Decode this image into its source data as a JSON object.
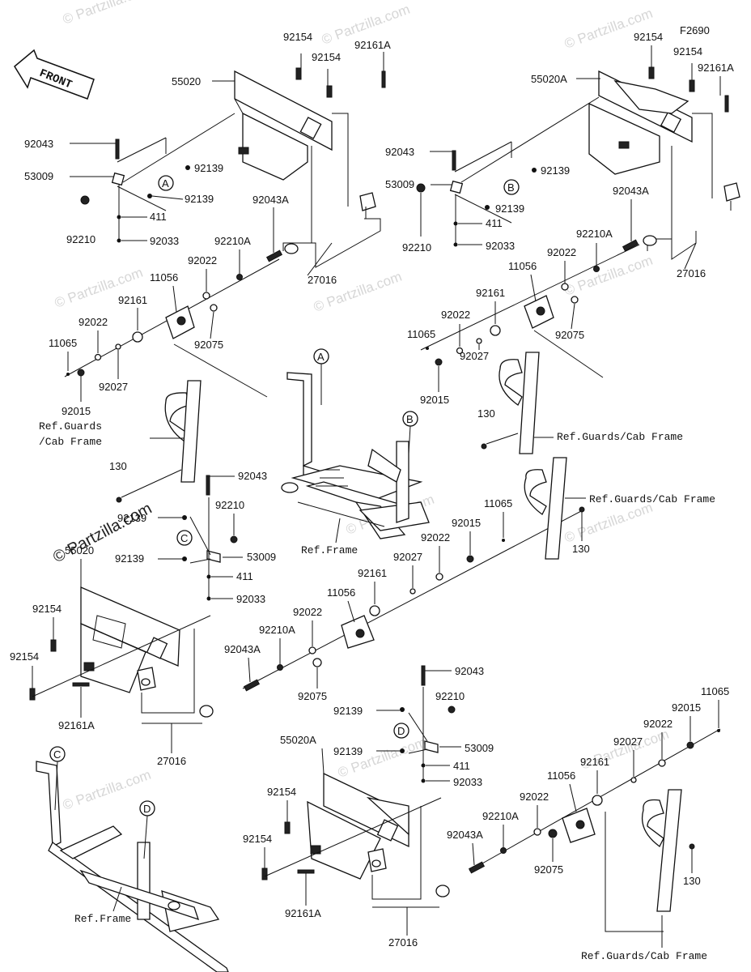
{
  "diagram_code": "F2690",
  "front_label": "FRONT",
  "watermark": "© Partzilla.com",
  "callouts": [
    "A",
    "B",
    "C",
    "D"
  ],
  "labels": {
    "p92154": "92154",
    "p92161A": "92161A",
    "p55020": "55020",
    "p55020A": "55020A",
    "p92043": "92043",
    "p53009": "53009",
    "p92139": "92139",
    "p92210": "92210",
    "p411": "411",
    "p92033": "92033",
    "p92043A": "92043A",
    "p92210A": "92210A",
    "p92022": "92022",
    "p27016": "27016",
    "p11056": "11056",
    "p92161": "92161",
    "p11065": "11065",
    "p92075": "92075",
    "p92027": "92027",
    "p92015": "92015",
    "p130": "130",
    "ref_guards_2line_a": "Ref.Guards",
    "ref_guards_2line_b": "/Cab Frame",
    "ref_guards": "Ref.Guards/Cab Frame",
    "ref_frame": "Ref.Frame"
  }
}
